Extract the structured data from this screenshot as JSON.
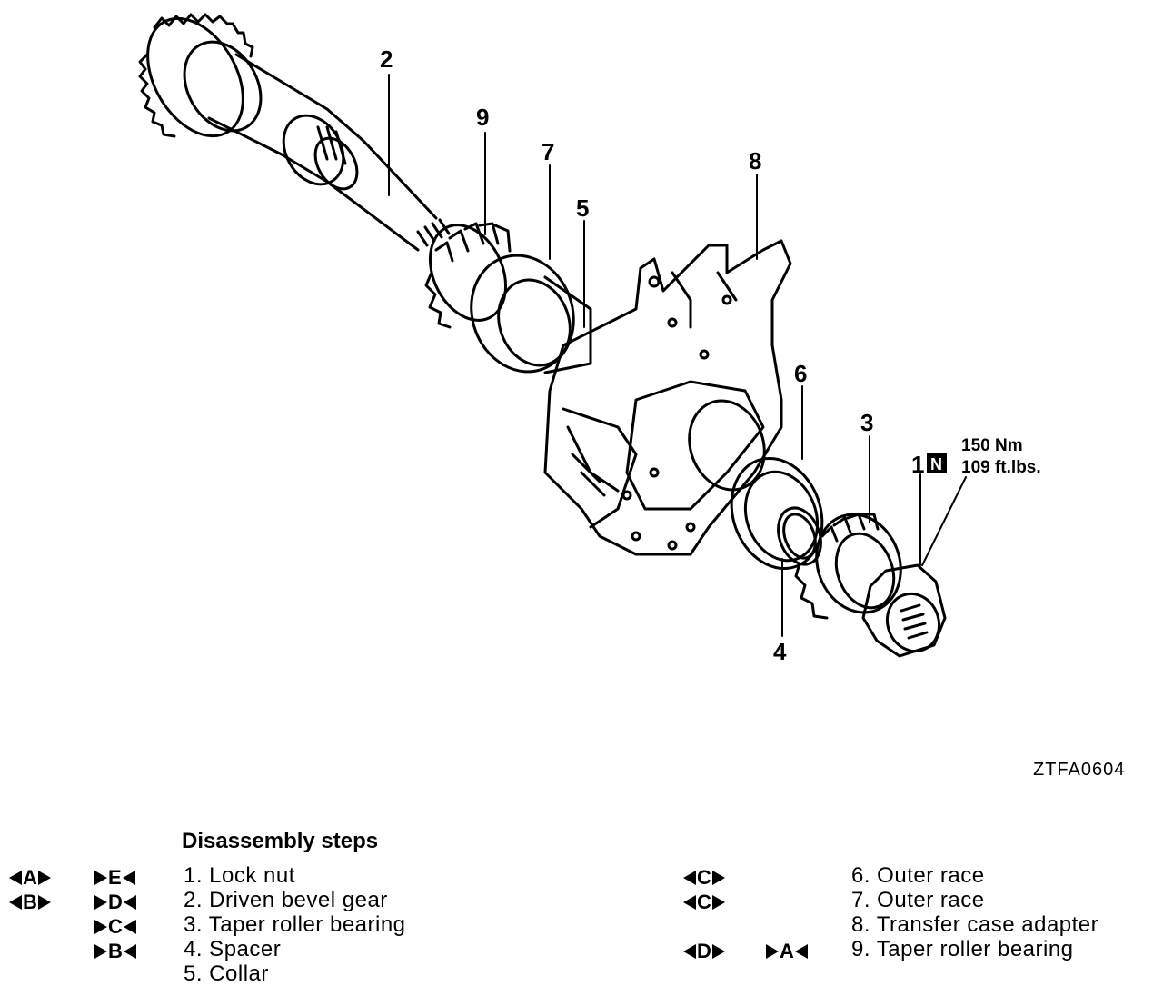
{
  "callouts": {
    "c1": "1",
    "c2": "2",
    "c3": "3",
    "c4": "4",
    "c5": "5",
    "c6": "6",
    "c7": "7",
    "c8": "8",
    "c9": "9",
    "nut_symbol": "N"
  },
  "torque": {
    "nm": "150 Nm",
    "ftlbs": "109 ft.lbs."
  },
  "figure_code": "ZTFA0604",
  "steps_title": "Disassembly steps",
  "left_steps": [
    {
      "text": "1. Lock nut",
      "mark_a": "A",
      "mark_b": "E"
    },
    {
      "text": "2. Driven bevel gear",
      "mark_a": "B",
      "mark_b": "D"
    },
    {
      "text": "3. Taper roller bearing",
      "mark_b": "C"
    },
    {
      "text": "4. Spacer",
      "mark_b": "B"
    },
    {
      "text": "5. Collar"
    }
  ],
  "right_steps": [
    {
      "text": "6. Outer race",
      "mark_a": "C"
    },
    {
      "text": "7. Outer race",
      "mark_a": "C"
    },
    {
      "text": "8. Transfer case adapter"
    },
    {
      "text": "9. Taper roller bearing",
      "mark_a": "D",
      "mark_b": "A"
    }
  ]
}
